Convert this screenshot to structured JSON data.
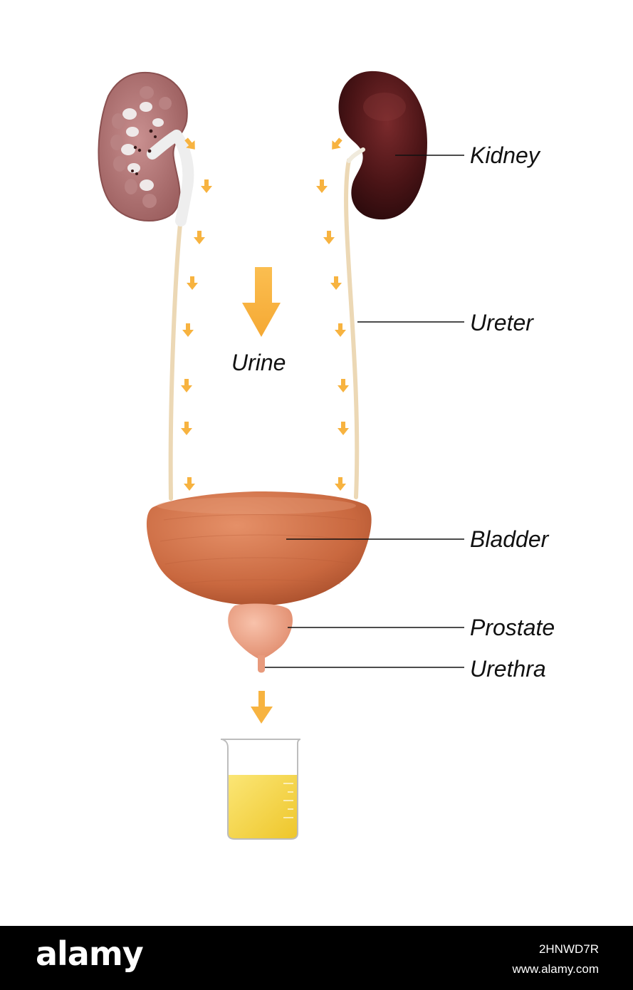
{
  "labels": {
    "urine": "Urine",
    "kidney": "Kidney",
    "ureter": "Ureter",
    "bladder": "Bladder",
    "prostate": "Prostate",
    "urethra": "Urethra"
  },
  "footer": {
    "logo": "alamy",
    "image_id": "2HNWD7R",
    "site": "www.alamy.com"
  },
  "colors": {
    "arrow": "#f7b340",
    "kidney_cut": "#b07575",
    "kidney_whole": "#4a1416",
    "ureter": "#ecd8b5",
    "bladder": "#d0724c",
    "prostate": "#eea58b",
    "urine": "#f3d342",
    "footer_bg": "#000000"
  }
}
